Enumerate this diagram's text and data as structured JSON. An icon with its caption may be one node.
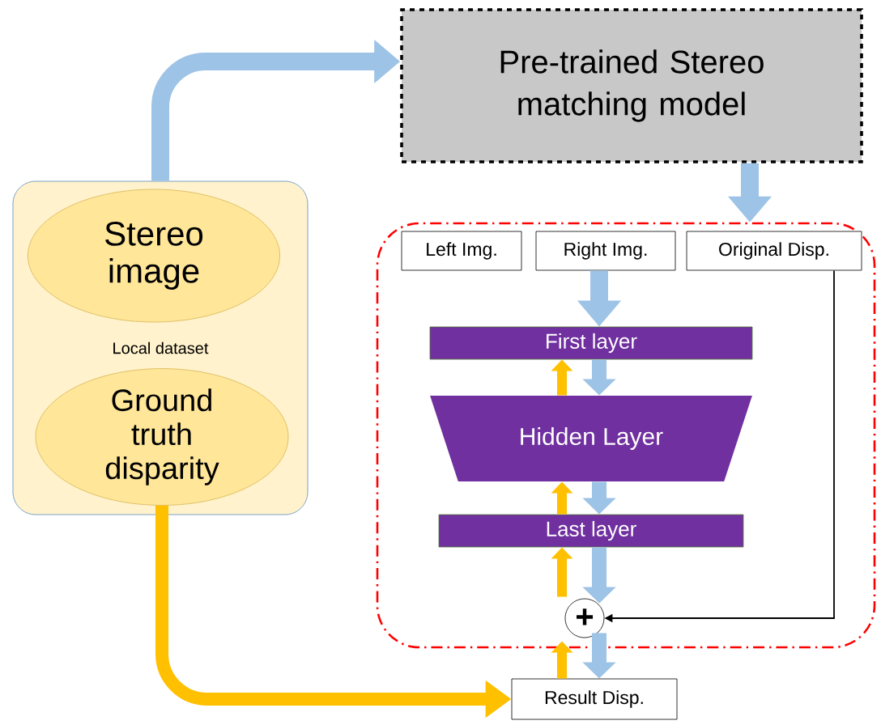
{
  "diagram": {
    "nodes": [
      {
        "text": [
          "Local dataset"
        ]
      },
      {
        "text": [
          "Stereo image"
        ],
        "in": 0
      },
      {
        "text": [
          "Ground truth disparity"
        ],
        "in": 0
      },
      {
        "text": [
          "Pre-trained Stereo matching model"
        ]
      },
      {
        "text": [],
        "shape": "box"
      },
      {
        "text": [
          "Left Img."
        ],
        "in": 4
      },
      {
        "text": [
          "Right Img."
        ],
        "in": 4
      },
      {
        "text": [
          "Original Disp."
        ],
        "in": 4
      },
      {
        "text": [
          "First layer"
        ],
        "in": 4
      },
      {
        "text": [
          "Hidden Layer"
        ],
        "in": 4
      },
      {
        "text": [
          "Last layer"
        ],
        "in": 4
      },
      {
        "text": [
          "+"
        ],
        "in": 4
      },
      {
        "text": [
          "Result Disp."
        ]
      }
    ],
    "edges": [
      {
        "from": 0,
        "to": 3,
        "arrow": "to"
      },
      {
        "from": 3,
        "to": 4,
        "arrow": "to"
      },
      {
        "from": 6,
        "to": 8,
        "arrow": "to"
      },
      {
        "from": 8,
        "to": 9,
        "arrow": "to"
      },
      {
        "from": 9,
        "to": 10,
        "arrow": "to"
      },
      {
        "from": 10,
        "to": 11,
        "arrow": "to"
      },
      {
        "from": 11,
        "to": 12,
        "arrow": "to"
      },
      {
        "from": 7,
        "to": 11,
        "arrow": "to",
        "color": "#000000"
      },
      {
        "from": 2,
        "to": 12,
        "arrow": "to",
        "color": "#ffc000"
      },
      {
        "from": 12,
        "to": 11,
        "arrow": "to",
        "color": "#ffc000"
      },
      {
        "from": 11,
        "to": 10,
        "arrow": "to",
        "color": "#ffc000"
      },
      {
        "from": 10,
        "to": 9,
        "arrow": "to",
        "color": "#ffc000"
      },
      {
        "from": 9,
        "to": 8,
        "arrow": "to",
        "color": "#ffc000"
      }
    ]
  }
}
